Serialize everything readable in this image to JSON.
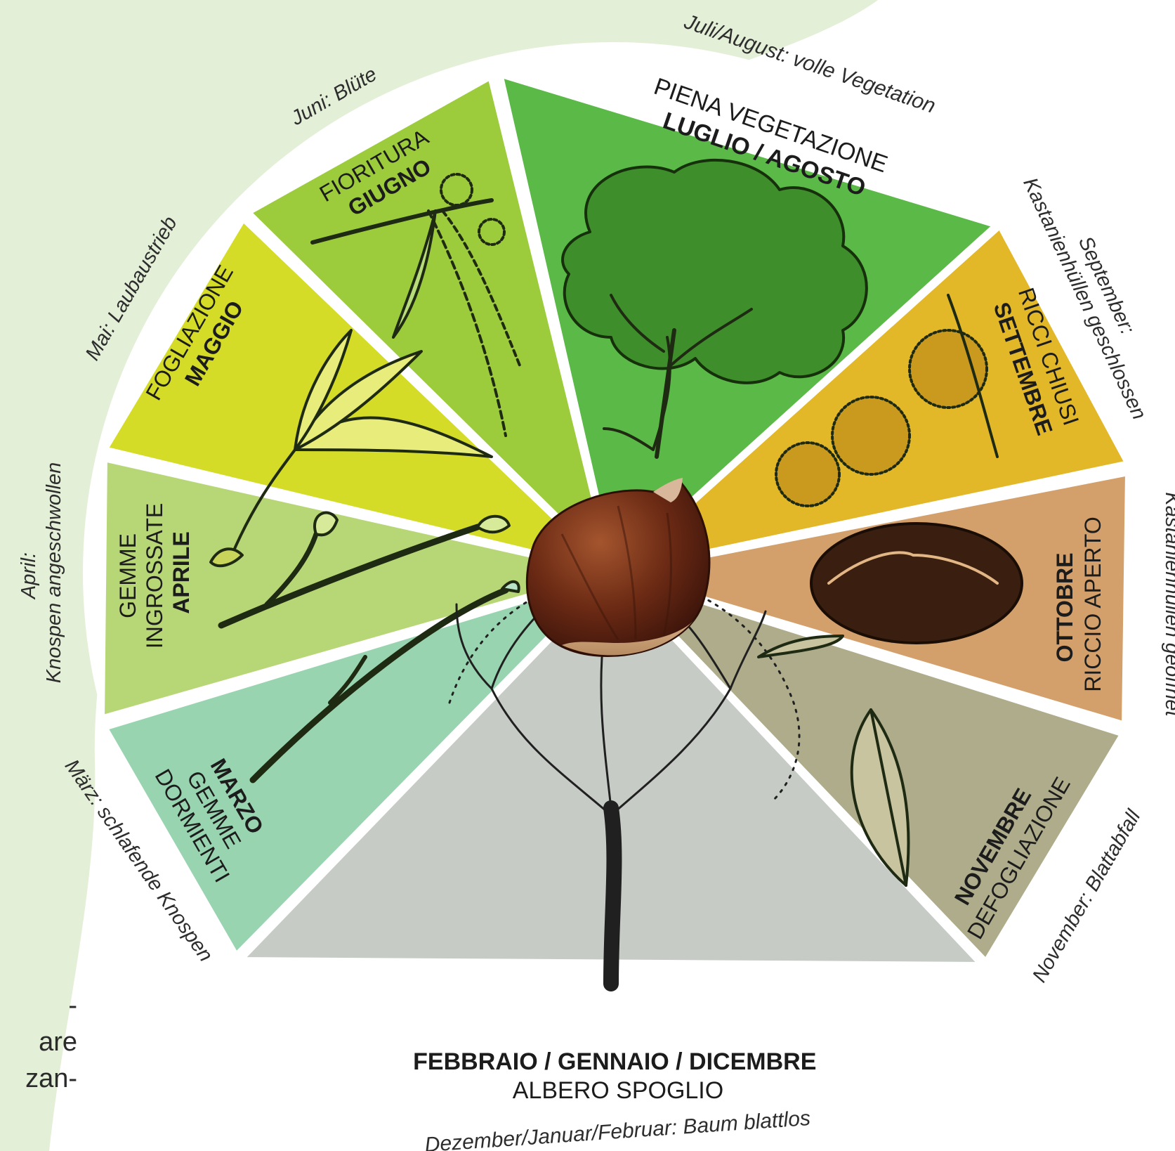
{
  "wheel": {
    "segments": [
      {
        "id": "luglio-agosto",
        "month": "LUGLIO / AGOSTO",
        "phase": "PIENA VEGETAZIONE",
        "caption": "Juli/August: volle Vegetation",
        "color": "#5ab947",
        "illustration": "tree-in-full-leaf"
      },
      {
        "id": "settembre",
        "month": "SETTEMBRE",
        "phase": "RICCI CHIUSI",
        "caption_line1": "September:",
        "caption_line2": "Kastanienhüllen geschlossen",
        "color": "#e3b828",
        "illustration": "closed-chestnut-burrs"
      },
      {
        "id": "ottobre",
        "month": "OTTOBRE",
        "phase": "RICCIO APERTO",
        "caption": "Kastanienhüllen geöffnet",
        "color": "#d3a06c",
        "illustration": "open-chestnut-burr"
      },
      {
        "id": "novembre",
        "month": "NOVEMBRE",
        "phase": "DEFOGLIAZIONE",
        "caption": "November: Blattabfall",
        "color": "#aeac8a",
        "illustration": "falling-leaf"
      },
      {
        "id": "inverno",
        "month": "FEBBRAIO / GENNAIO / DICEMBRE",
        "phase": "ALBERO SPOGLIO",
        "caption": "Dezember/Januar/Februar: Baum blattlos",
        "color": "#c6cbc6",
        "illustration": "bare-tree"
      },
      {
        "id": "marzo",
        "month": "MARZO",
        "phase_line1": "GEMME",
        "phase_line2": "DORMIENTI",
        "caption": "März: schlafende Knospen",
        "color": "#99d4b0",
        "illustration": "dormant-buds-twig"
      },
      {
        "id": "aprile",
        "month": "APRILE",
        "phase_line1": "GEMME",
        "phase_line2": "INGROSSATE",
        "caption_line1": "April:",
        "caption_line2": "Knospen angeschwollen",
        "color": "#b7d776",
        "illustration": "swollen-buds-twig"
      },
      {
        "id": "maggio",
        "month": "MAGGIO",
        "phase": "FOGLIAZIONE",
        "caption": "Mai: Laubaustrieb",
        "color": "#d4dc28",
        "illustration": "new-leaves"
      },
      {
        "id": "giugno",
        "month": "GIUGNO",
        "phase": "FIORITURA",
        "caption": "Juni: Blüte",
        "color": "#9ccc3c",
        "illustration": "flowering-catkins"
      }
    ],
    "center": {
      "illustration": "chestnut"
    }
  },
  "colors": {
    "background_blob": "#e3efd7",
    "wheel_background": "#ffffff",
    "ink": "#1c1c1c"
  },
  "page_text": {
    "line1": "-",
    "line2": "are",
    "line3": "zan-"
  }
}
